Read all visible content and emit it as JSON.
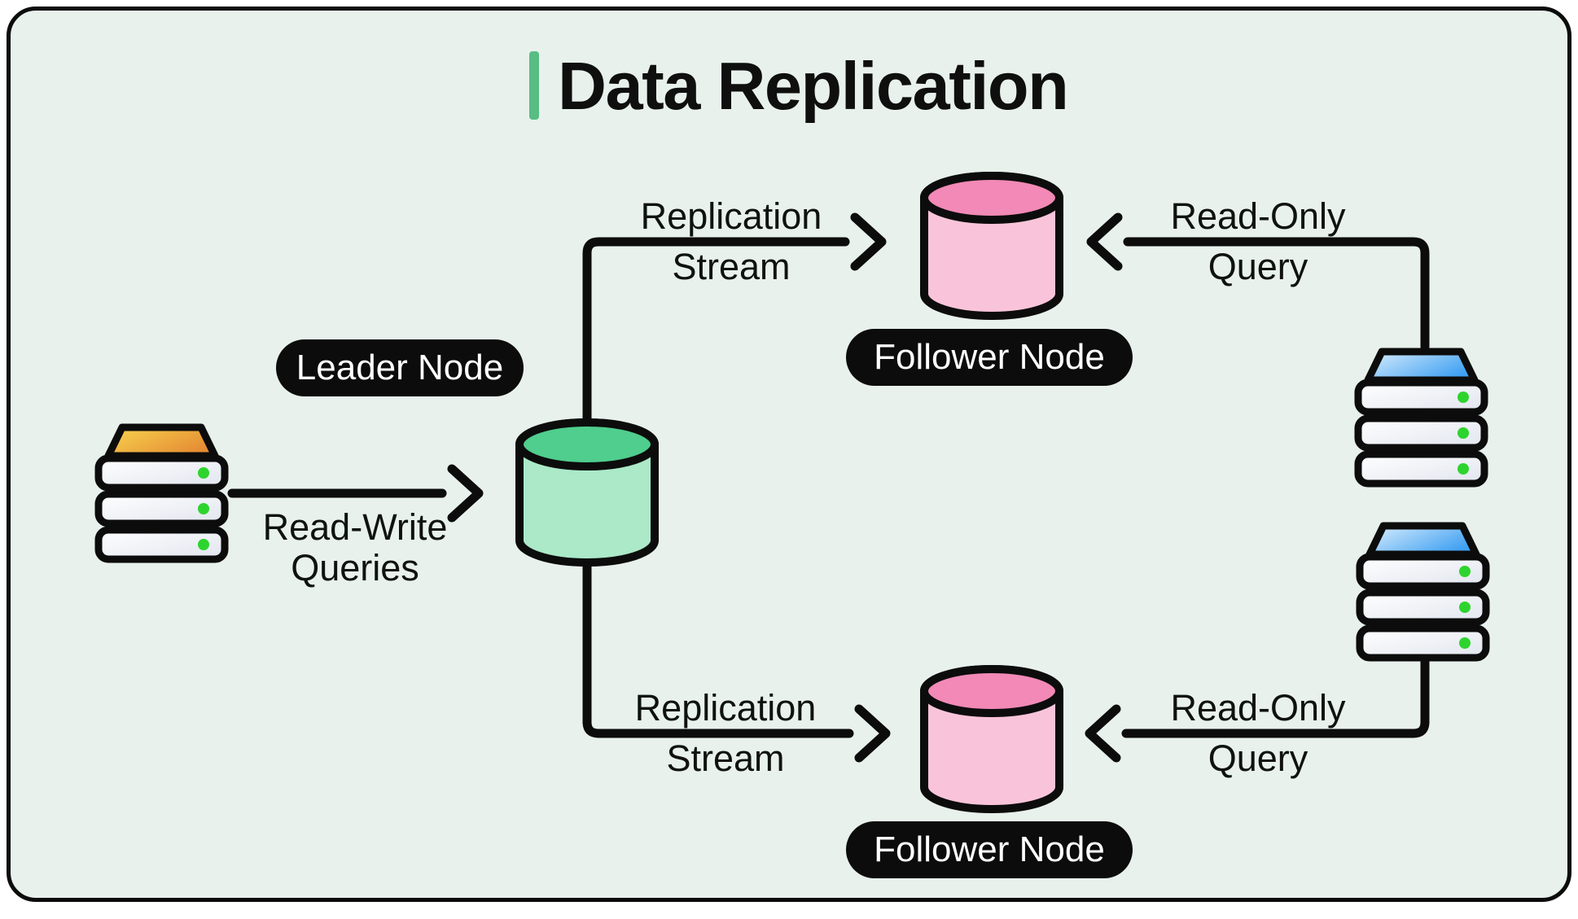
{
  "title": {
    "text": "Data Replication",
    "accent_color": "#57bd83"
  },
  "canvas": {
    "background": "#e8f1ec",
    "border_color": "#0c0c0c",
    "outer_background": "#ffffff"
  },
  "nodes": {
    "leader": {
      "label": "Leader Node",
      "icon": "database-cylinder-icon",
      "top_color": "#4fce8d",
      "body_color": "#abe9c8"
    },
    "follower_top": {
      "label": "Follower Node",
      "icon": "database-cylinder-icon",
      "top_color": "#f289b6",
      "body_color": "#f9c4d9"
    },
    "follower_bottom": {
      "label": "Follower Node",
      "icon": "database-cylinder-icon",
      "top_color": "#f289b6",
      "body_color": "#f9c4d9"
    }
  },
  "clients": {
    "writer_left": {
      "icon": "server-stack-icon",
      "accent": "orange",
      "led_color": "#2ed42e"
    },
    "reader_top_right": {
      "icon": "server-stack-icon",
      "accent": "blue",
      "led_color": "#2ed42e"
    },
    "reader_bottom_right": {
      "icon": "server-stack-icon",
      "accent": "blue",
      "led_color": "#2ed42e"
    }
  },
  "edges": {
    "read_write": {
      "line1": "Read-Write",
      "line2": "Queries"
    },
    "replication_top": {
      "line1": "Replication",
      "line2": "Stream"
    },
    "replication_bottom": {
      "line1": "Replication",
      "line2": "Stream"
    },
    "read_only_top": {
      "line1": "Read-Only",
      "line2": "Query"
    },
    "read_only_bottom": {
      "line1": "Read-Only",
      "line2": "Query"
    }
  },
  "colors": {
    "accent-green": "#57bd83",
    "background": "#e8f1ec",
    "ink": "#0c0c0c",
    "pill-bg": "#0c0c0c",
    "pill-text": "#ffffff",
    "led-green": "#2ed42e",
    "db-green-top": "#4fce8d",
    "db-green-body": "#abe9c8",
    "db-pink-top": "#f289b6",
    "db-pink-body": "#f9c4d9",
    "server-orange-1": "#f8d650",
    "server-orange-2": "#e58c33",
    "server-blue-1": "#dceffd",
    "server-blue-2": "#3fa0f2",
    "slat-1": "#ffffff",
    "slat-2": "#e1e5ee"
  }
}
